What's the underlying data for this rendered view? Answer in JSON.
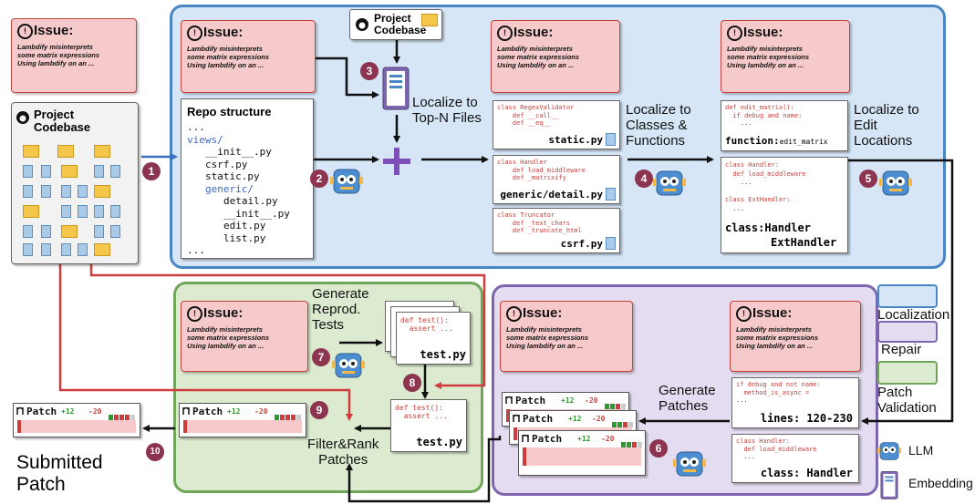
{
  "issue": {
    "title": "Issue:",
    "lines": [
      "Lambdify misinterprets",
      "some matrix expressions",
      "Using lambdify on an ..."
    ]
  },
  "project": {
    "line1": "Project",
    "line2": "Codebase"
  },
  "repo": {
    "title": "Repo structure",
    "lines": [
      "...",
      "views/",
      "__init__.py",
      "csrf.py",
      "static.py",
      "generic/",
      "detail.py",
      "__init__.py",
      "edit.py",
      "list.py",
      "..."
    ]
  },
  "steps": {
    "s1": "1",
    "s2": "2",
    "s3": "3",
    "s4": "4",
    "s5": "5",
    "s6": "6",
    "s7": "7",
    "s8": "8",
    "s9": "9",
    "s10": "10"
  },
  "labels": {
    "top_n_1": "Localize to",
    "top_n_2": "Top-N Files",
    "classes_1": "Localize to",
    "classes_2": "Classes &",
    "classes_3": "Functions",
    "edit_1": "Localize to",
    "edit_2": "Edit",
    "edit_3": "Locations",
    "gen_tests_1": "Generate",
    "gen_tests_2": "Reprod.",
    "gen_tests_3": "Tests",
    "gen_patches_1": "Generate",
    "gen_patches_2": "Patches",
    "filter_1": "Filter&Rank",
    "filter_2": "Patches",
    "submitted_1": "Submitted",
    "submitted_2": "Patch"
  },
  "files": {
    "f1": {
      "c1": "class RegexValidator",
      "c2": "def __call__",
      "c3": "def __eq__",
      "name": "static.py"
    },
    "f2": {
      "c1": "class Handler",
      "c2": "def load_middleware",
      "c3": "def _matrixify",
      "name": "generic/detail.py"
    },
    "f3": {
      "c1": "class Truncator",
      "c2": "def _text_chars",
      "c3": "def _truncate_html",
      "name": "csrf.py"
    }
  },
  "classes": {
    "a": {
      "c1": "def edit_matrix():",
      "c2": "if debug and name:",
      "c3": "...",
      "f1": "function:",
      "f2": "edit_matrix"
    },
    "b": {
      "c1": "class Handler:",
      "c2": "def load_middleware",
      "c3": "...",
      "c4": "class ExtHandler:",
      "c5": "...",
      "f1": "class:Handler",
      "f2": "ExtHandler"
    }
  },
  "edits": {
    "a": {
      "c1": "if debug and not name:",
      "c2": "method_is_async =",
      "c3": "...",
      "f": "lines: 120-230"
    },
    "b": {
      "c1": "class Handler:",
      "c2": "def load_middleware",
      "c3": "...",
      "f": "class: Handler"
    }
  },
  "test": {
    "c1": "def test():",
    "c2": "assert ...",
    "name": "test.py"
  },
  "patch": {
    "title": "Patch",
    "plus": "+12",
    "minus": "-20"
  },
  "legend": {
    "localization": "Localization",
    "repair": "Repair",
    "validation_1": "Patch",
    "validation_2": "Validation",
    "llm": "LLM",
    "embedding": "Embedding"
  },
  "colors": {
    "localization_bg": "#d6e6f6",
    "localization_border": "#4a86c4",
    "repair_bg": "#e4dcf0",
    "repair_border": "#7e66ae",
    "validation_bg": "#dcebd0",
    "validation_border": "#6fa65a",
    "issue_bg": "#f6caca",
    "step_badge": "#8c3450"
  }
}
